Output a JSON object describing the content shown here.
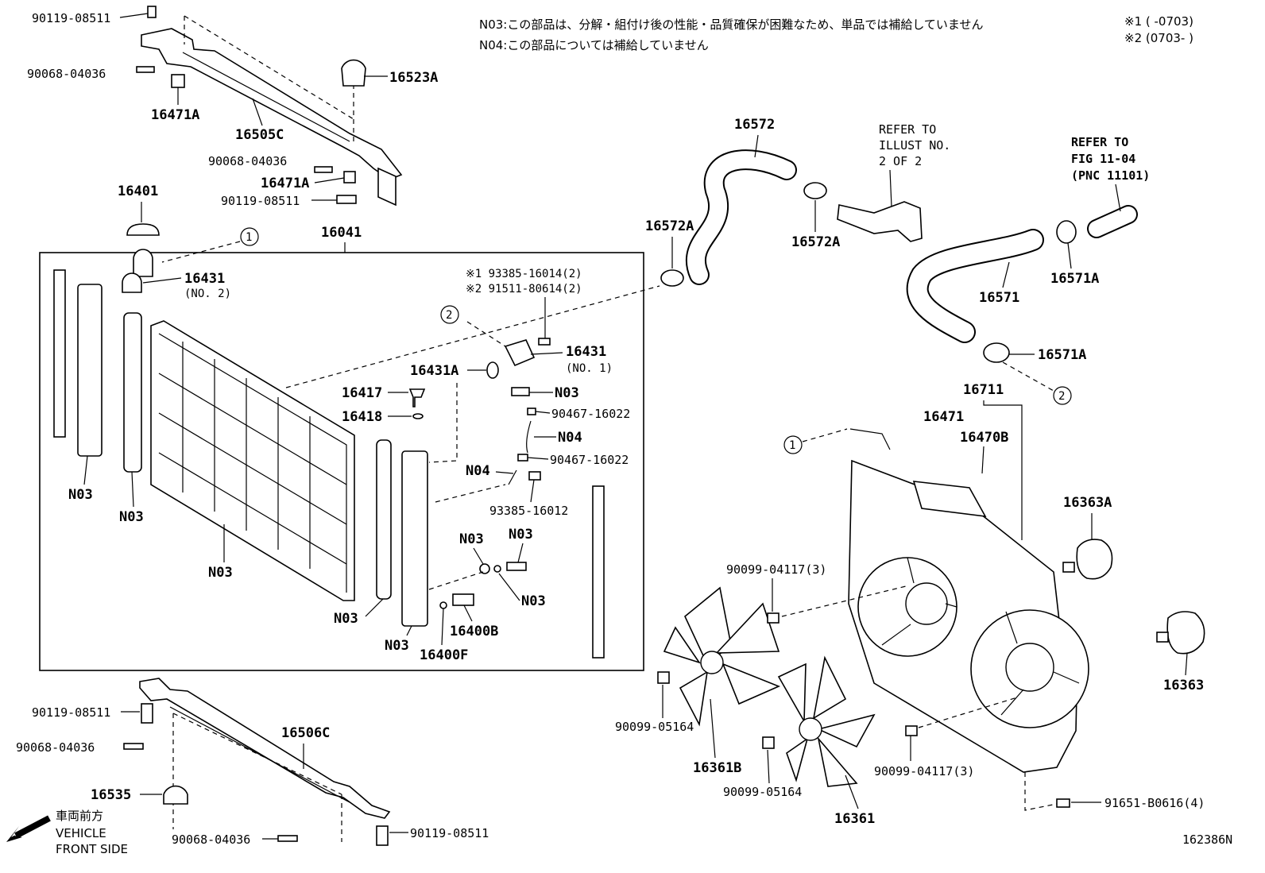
{
  "notes": {
    "n03": "N03:この部品は、分解・組付け後の性能・品質確保が困難なため、単品では補給していません",
    "n04": "N04:この部品については補給していません",
    "range1": "※1 (        -0703)",
    "range2": "※2 (0703-        )"
  },
  "refer1": [
    "REFER TO",
    "ILLUST NO.",
    "2 OF 2"
  ],
  "refer2": [
    "REFER TO",
    "FIG 11-04",
    "(PNC 11101)"
  ],
  "front": {
    "jp": "車両前方",
    "en1": "VEHICLE",
    "en2": "FRONT SIDE"
  },
  "figure_id": "162386N",
  "circle_labels": [
    "1",
    "2"
  ],
  "labels": {
    "p9011908511a": "90119-08511",
    "p9006804036a": "90068-04036",
    "p16471Aa": "16471A",
    "p16505C": "16505C",
    "p16523A": "16523A",
    "p9006804036b": "90068-04036",
    "p16471Ab": "16471A",
    "p9011908511b": "90119-08511",
    "p16401": "16401",
    "p16041": "16041",
    "p16431a": "16431",
    "p16431a_sub": "(NO. 2)",
    "p93385_1": "※1 93385-16014(2)",
    "p91511_2": "※2 91511-80614(2)",
    "p16431b": "16431",
    "p16431b_sub": "(NO. 1)",
    "p16431A": "16431A",
    "p16417": "16417",
    "pN03a": "N03",
    "p16418": "16418",
    "p90467a": "90467-16022",
    "pN04a": "N04",
    "p90467b": "90467-16022",
    "pN04b": "N04",
    "p9338516012": "93385-16012",
    "pN03left": "N03",
    "pN03left2": "N03",
    "pN03core": "N03",
    "pN03mid1": "N03",
    "pN03mid2": "N03",
    "pN03bot1": "N03",
    "pN03bot2": "N03",
    "pN03bot3": "N03",
    "p16400B": "16400B",
    "p16400F": "16400F",
    "p16572": "16572",
    "p16572Aa": "16572A",
    "p16572Ab": "16572A",
    "p16571": "16571",
    "p16571Aa": "16571A",
    "p16571Ab": "16571A",
    "p16711": "16711",
    "p16471": "16471",
    "p16470B": "16470B",
    "p16363A": "16363A",
    "p9009904117a": "90099-04117(3)",
    "p16363": "16363",
    "p9009905164a": "90099-05164",
    "p16361B": "16361B",
    "p9009905164b": "90099-05164",
    "p16361": "16361",
    "p9009904117b": "90099-04117(3)",
    "p91651": "91651-B0616(4)",
    "p9011908511c": "90119-08511",
    "p9006804036c": "90068-04036",
    "p16506C": "16506C",
    "p16535": "16535",
    "p9006804036d": "90068-04036",
    "p9011908511d": "90119-08511"
  }
}
